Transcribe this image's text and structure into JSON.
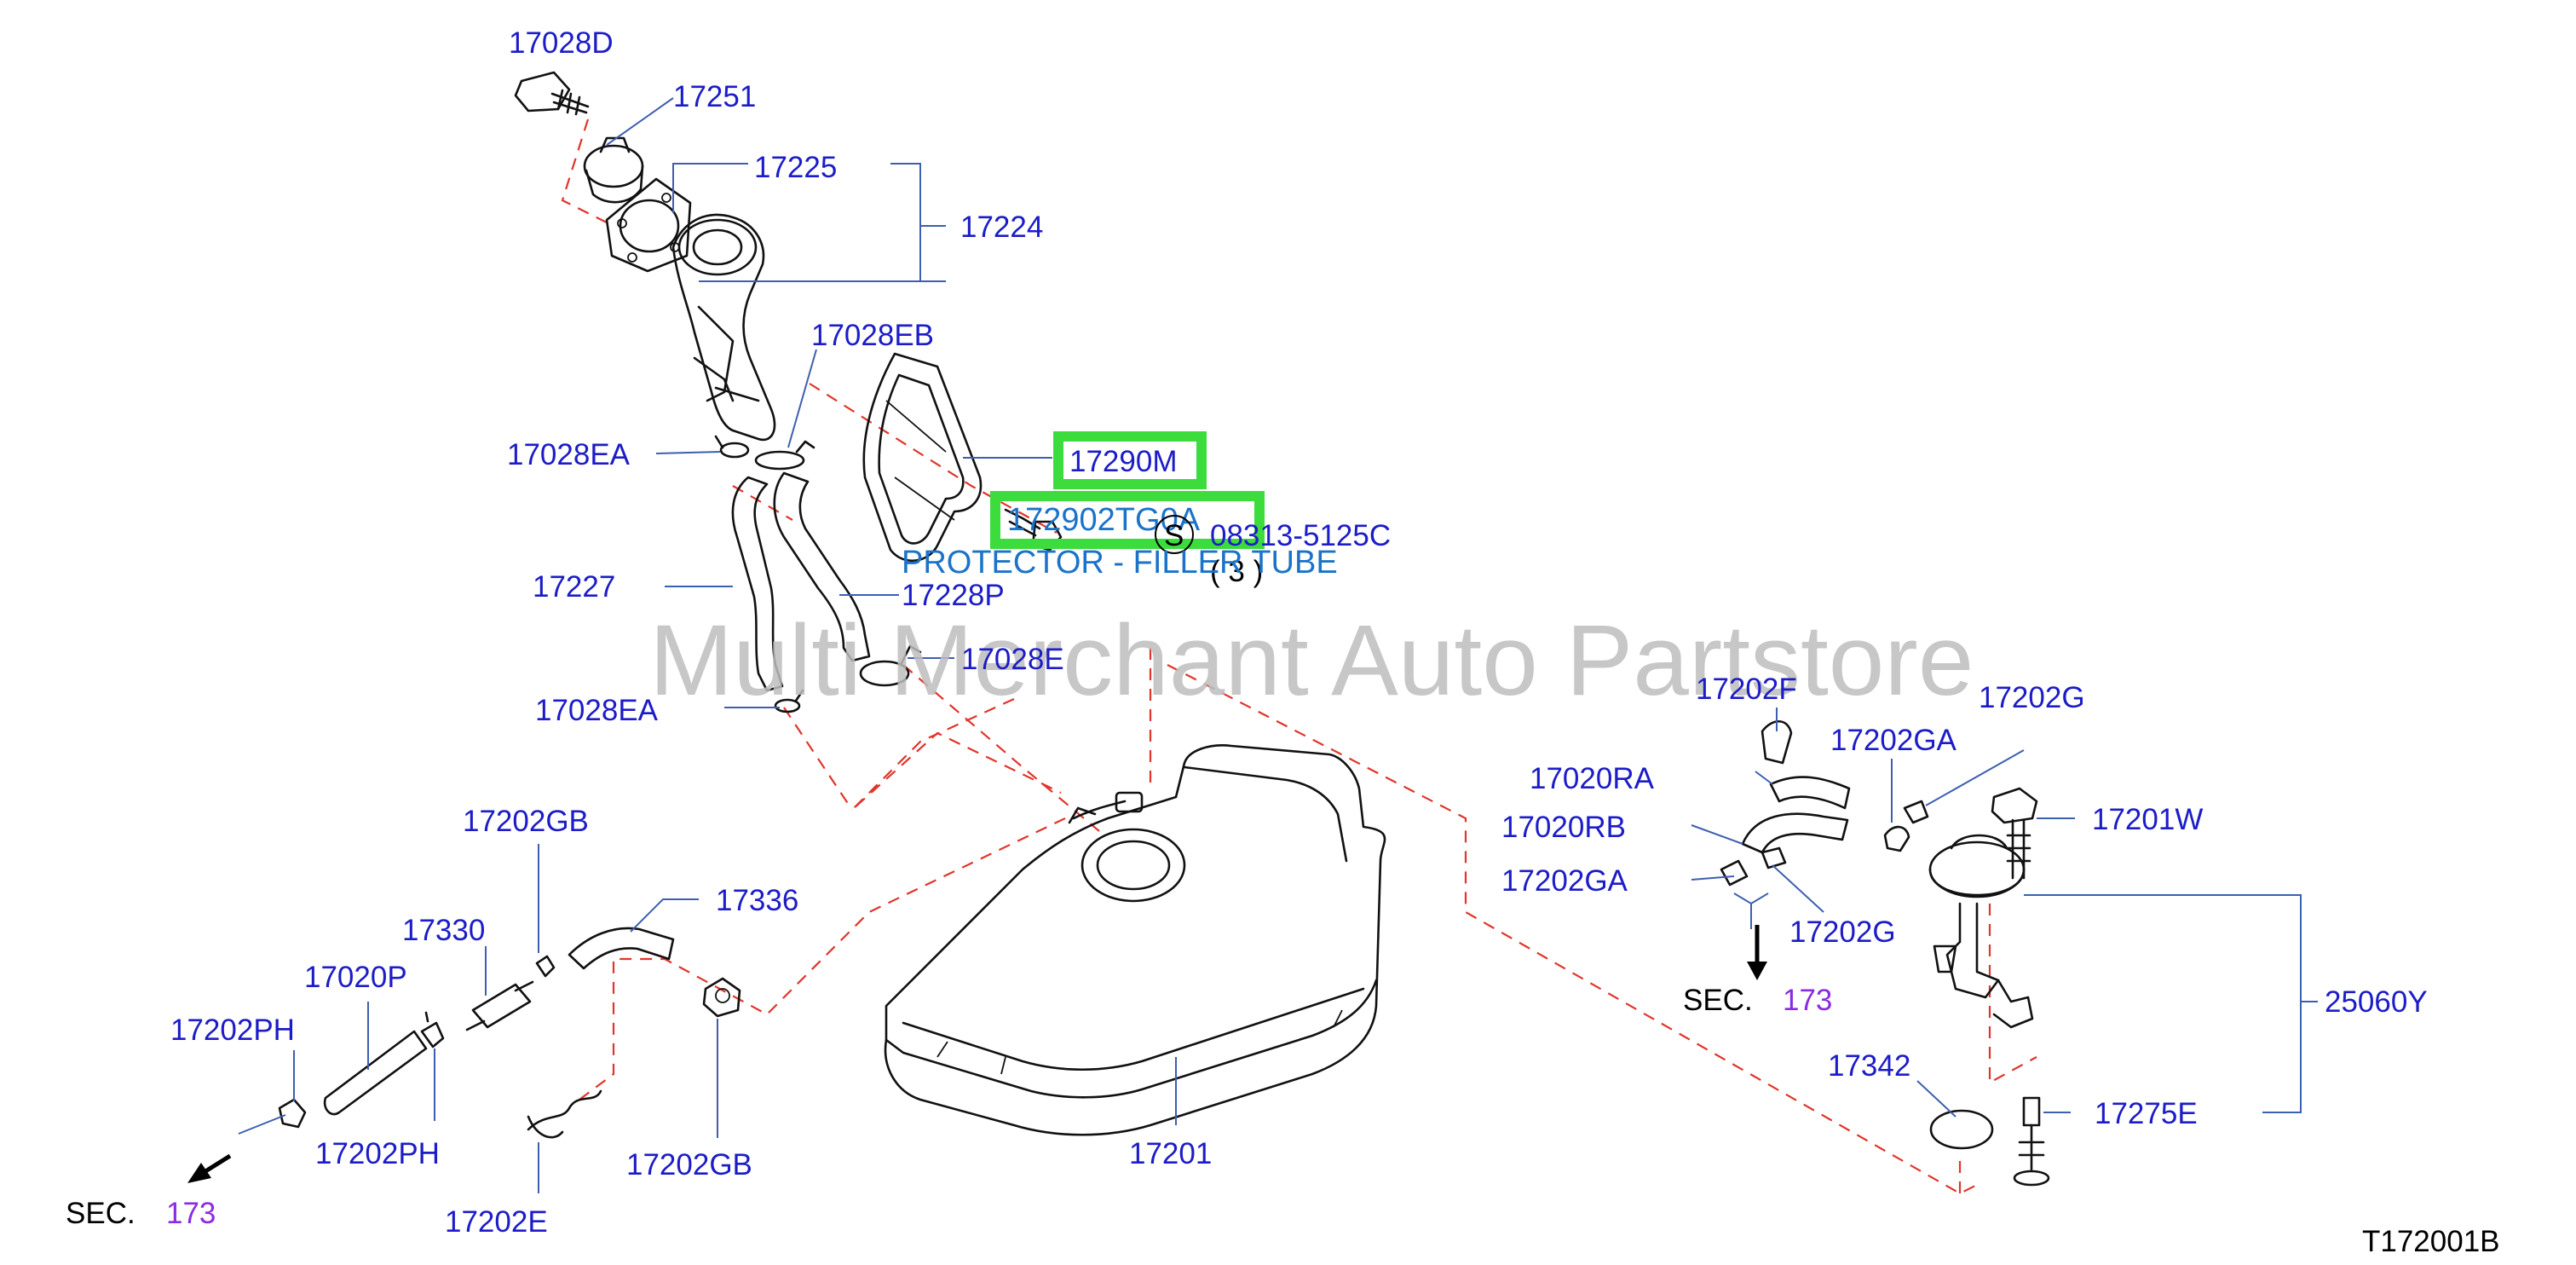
{
  "labels": {
    "p17028D": "17028D",
    "p17251": "17251",
    "p17225": "17225",
    "p17224": "17224",
    "p17028EB": "17028EB",
    "p17028EA_top": "17028EA",
    "p17290M": "17290M",
    "p17227": "17227",
    "p17228P": "17228P",
    "p17028E": "17028E",
    "p17028EA_bot": "17028EA",
    "p17202GB_top": "17202GB",
    "p17330": "17330",
    "p17336": "17336",
    "p17020P": "17020P",
    "p17202PH_left": "17202PH",
    "p17202PH_bot": "17202PH",
    "p17202GB_bot": "17202GB",
    "p17202E": "17202E",
    "p17201": "17201",
    "p17202F": "17202F",
    "p17202G_top": "17202G",
    "p17202GA_top": "17202GA",
    "p17020RA": "17020RA",
    "p17020RB": "17020RB",
    "p17201W": "17201W",
    "p17202GA_mid": "17202GA",
    "p17202G_mid": "17202G",
    "p25060Y": "25060Y",
    "p17342": "17342",
    "p17275E": "17275E",
    "bolt_number": "08313-5125C",
    "bolt_symbol": "S",
    "bolt_qty": "( 3 )",
    "sec_left": "SEC.",
    "sec_left_num": "173",
    "sec_right": "SEC.",
    "sec_right_num": "173",
    "diagram_id": "T172001B"
  },
  "highlight": {
    "part_number": "172902TG0A",
    "description": "PROTECTOR - FILLER TUBE"
  },
  "watermark": "Multi Merchant Auto Partstore",
  "colors": {
    "label": "#1c1cc8",
    "highlight_text": "#1a73c9",
    "highlight_box": "#3ddc3d",
    "dashed_line": "#e0352b",
    "section_number": "#8a2be2",
    "watermark": "#bdbdbd"
  }
}
